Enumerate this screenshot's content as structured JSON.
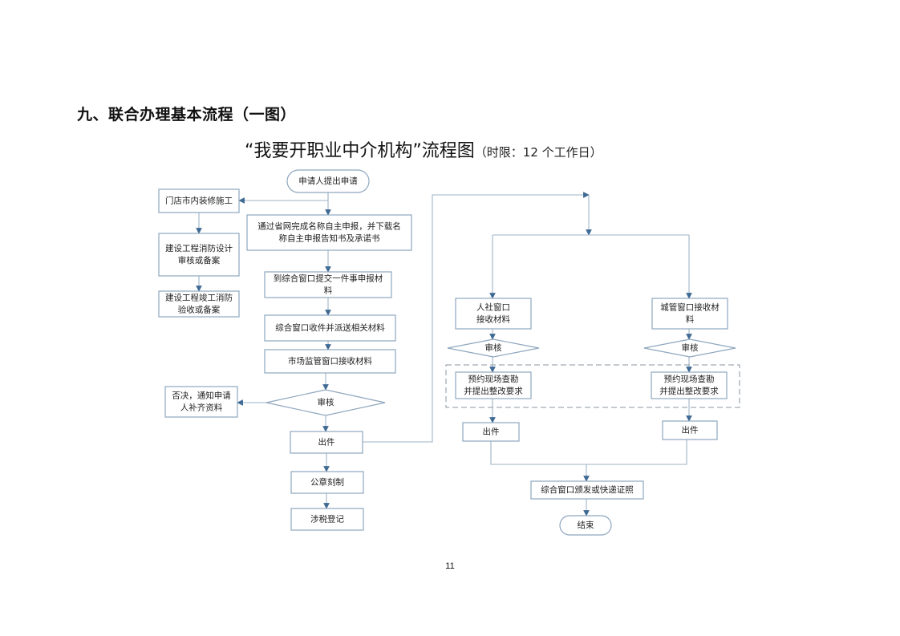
{
  "document": {
    "section_heading": "九、联合办理基本流程（一图）",
    "chart_title": "“我要开职业中介机构”流程图",
    "time_limit": "（时限：12 个工作日）",
    "page_number": "11"
  },
  "colors": {
    "node_border": "#8ea6bd",
    "connector": "#9fb3c6",
    "arrowhead": "#3f6a94",
    "dashed_group": "#8a96a2"
  },
  "flowchart": {
    "nodes": {
      "start": {
        "type": "terminator",
        "lines": [
          "申请人提出申请"
        ]
      },
      "renovation": {
        "type": "process",
        "lines": [
          "门店市内装修施工"
        ]
      },
      "fire_design": {
        "type": "process",
        "lines": [
          "建设工程消防设计",
          "审核或备案"
        ]
      },
      "fire_acceptance": {
        "type": "process",
        "lines": [
          "建设工程竣工消防",
          "验收或备案"
        ]
      },
      "online_declare": {
        "type": "process",
        "lines": [
          "通过省网完成名称自主申报，并下载名",
          "称自主申报告知书及承诺书"
        ]
      },
      "submit_materials": {
        "type": "process",
        "lines": [
          "到综合窗口提交一件事申报材",
          "料"
        ]
      },
      "dispatch": {
        "type": "process",
        "lines": [
          "综合窗口收件并派送相关材料"
        ]
      },
      "market_receive": {
        "type": "process",
        "lines": [
          "市场监管窗口接收材料"
        ]
      },
      "review_main": {
        "type": "decision",
        "lines": [
          "审核"
        ]
      },
      "reject": {
        "type": "process",
        "lines": [
          "否决，通知申请",
          "人补齐资料"
        ]
      },
      "issue_main": {
        "type": "process",
        "lines": [
          "出件"
        ]
      },
      "seal": {
        "type": "process",
        "lines": [
          "公章刻制"
        ]
      },
      "tax": {
        "type": "process",
        "lines": [
          "涉税登记"
        ]
      },
      "hr_receive": {
        "type": "process",
        "lines": [
          "人社窗口",
          "接收材料"
        ]
      },
      "hr_review": {
        "type": "decision",
        "lines": [
          "审核"
        ]
      },
      "hr_inspect": {
        "type": "process",
        "lines": [
          "预约现场查勘",
          "并提出整改要求"
        ]
      },
      "hr_issue": {
        "type": "process",
        "lines": [
          "出件"
        ]
      },
      "urban_receive": {
        "type": "process",
        "lines": [
          "城管窗口接收材",
          "料"
        ]
      },
      "urban_review": {
        "type": "decision",
        "lines": [
          "审核"
        ]
      },
      "urban_inspect": {
        "type": "process",
        "lines": [
          "预约现场查勘",
          "并提出整改要求"
        ]
      },
      "urban_issue": {
        "type": "process",
        "lines": [
          "出件"
        ]
      },
      "deliver": {
        "type": "process",
        "lines": [
          "综合窗口颁发或快递证照"
        ]
      },
      "end": {
        "type": "terminator",
        "lines": [
          "结束"
        ]
      }
    },
    "edges": [
      [
        "start",
        "renovation"
      ],
      [
        "start",
        "online_declare"
      ],
      [
        "renovation",
        "fire_design"
      ],
      [
        "fire_design",
        "fire_acceptance"
      ],
      [
        "online_declare",
        "submit_materials"
      ],
      [
        "submit_materials",
        "dispatch"
      ],
      [
        "dispatch",
        "market_receive"
      ],
      [
        "market_receive",
        "review_main"
      ],
      [
        "review_main",
        "reject"
      ],
      [
        "review_main",
        "issue_main"
      ],
      [
        "issue_main",
        "seal"
      ],
      [
        "seal",
        "tax"
      ],
      [
        "issue_main",
        "hr_receive"
      ],
      [
        "issue_main",
        "urban_receive"
      ],
      [
        "hr_receive",
        "hr_review"
      ],
      [
        "hr_review",
        "hr_inspect"
      ],
      [
        "hr_inspect",
        "hr_issue"
      ],
      [
        "urban_receive",
        "urban_review"
      ],
      [
        "urban_review",
        "urban_inspect"
      ],
      [
        "urban_inspect",
        "urban_issue"
      ],
      [
        "hr_issue",
        "deliver"
      ],
      [
        "urban_issue",
        "deliver"
      ],
      [
        "deliver",
        "end"
      ]
    ]
  }
}
